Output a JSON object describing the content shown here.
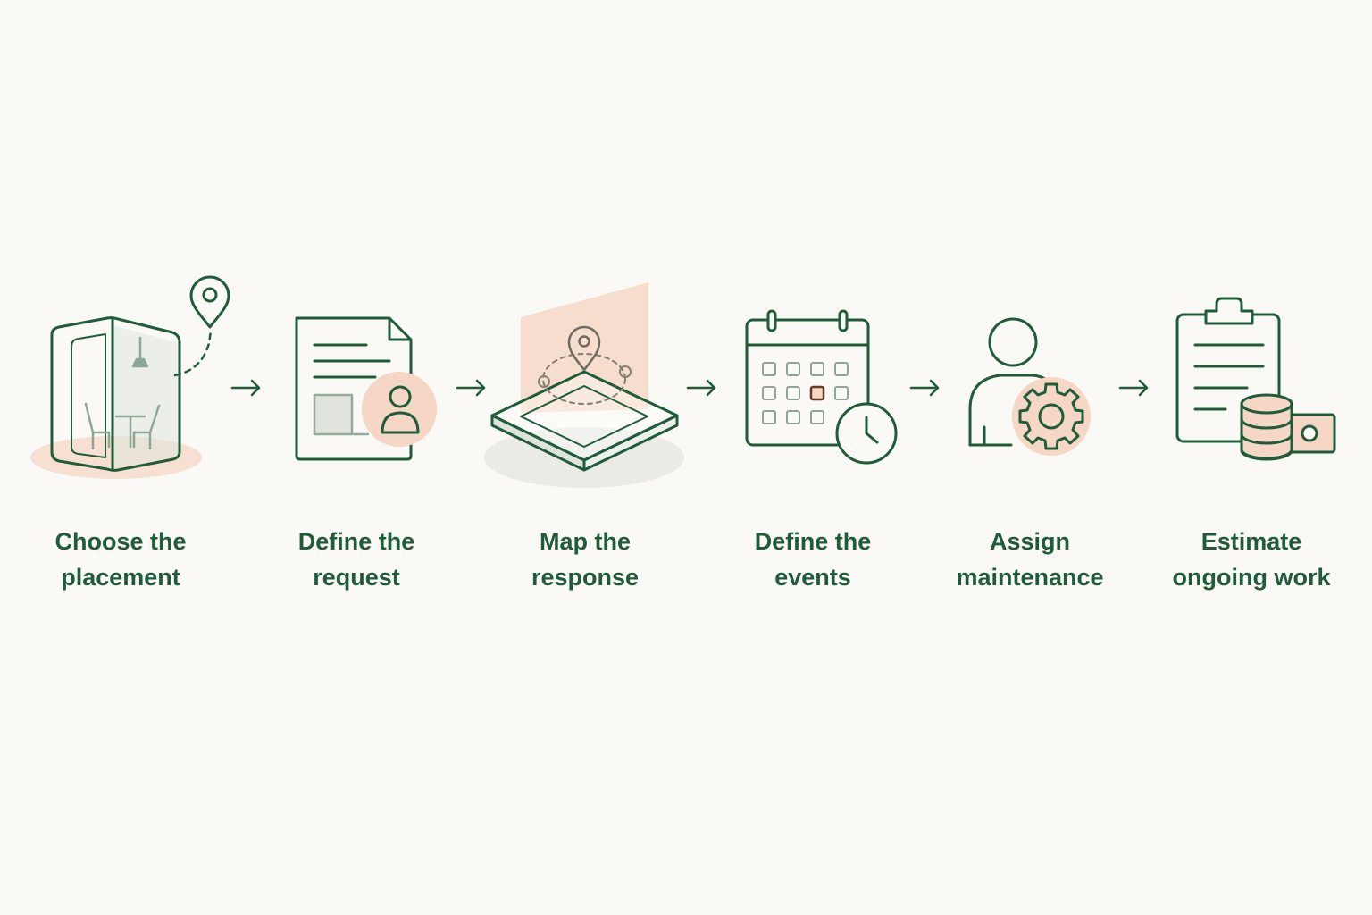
{
  "colors": {
    "background": "#faf9f5",
    "stroke": "#1f5c3a",
    "accent": "#f6d6c4",
    "muted": "#a9b9ad"
  },
  "steps": [
    {
      "icon": "office-pod-with-location-pin-icon",
      "line1": "Choose the",
      "line2": "placement"
    },
    {
      "icon": "document-with-person-icon",
      "line1": "Define the",
      "line2": "request"
    },
    {
      "icon": "map-platform-with-pin-icon",
      "line1": "Map the",
      "line2": "response"
    },
    {
      "icon": "calendar-with-clock-icon",
      "line1": "Define the",
      "line2": "events"
    },
    {
      "icon": "person-with-gear-icon",
      "line1": "Assign",
      "line2": "maintenance"
    },
    {
      "icon": "clipboard-with-coins-icon",
      "line1": "Estimate",
      "line2": "ongoing work"
    }
  ]
}
